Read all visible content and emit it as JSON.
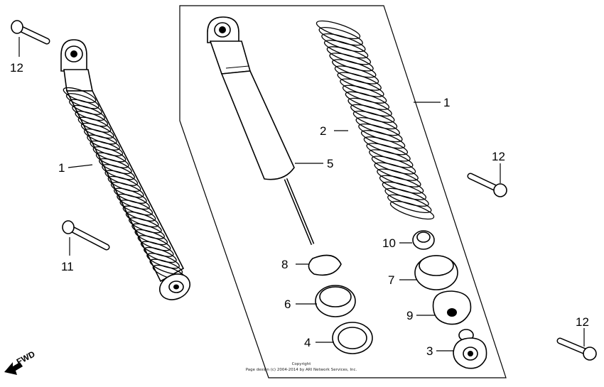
{
  "callouts": {
    "c1_left": "1",
    "c1_right": "1",
    "c2": "2",
    "c3": "3",
    "c4": "4",
    "c5": "5",
    "c6": "6",
    "c7": "7",
    "c8": "8",
    "c9": "9",
    "c10": "10",
    "c11": "11",
    "c12_topleft": "12",
    "c12_right": "12",
    "c12_bottomright": "12"
  },
  "fwd_label": "FWD",
  "copyright": {
    "line1": "Copyright",
    "line2": "Page design (c) 2004-2014 by ARI Network Services, Inc."
  }
}
